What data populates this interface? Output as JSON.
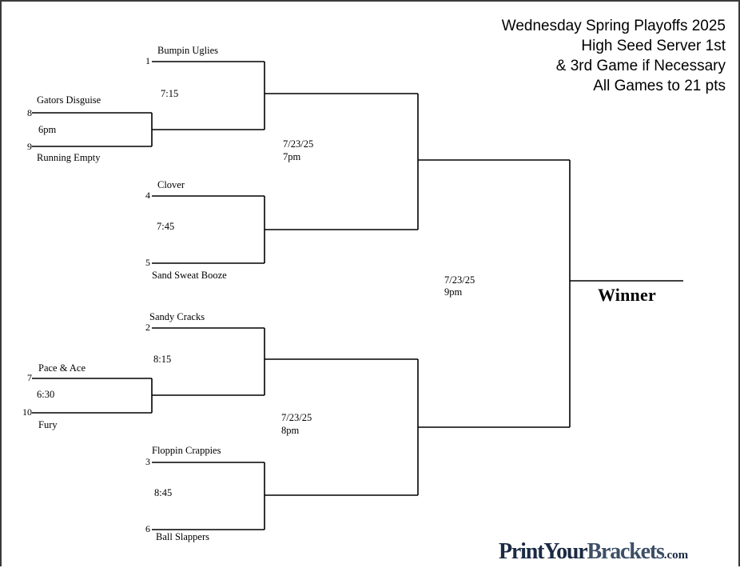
{
  "title_lines": [
    "Wednesday Spring Playoffs 2025",
    "High Seed Server 1st",
    "& 3rd Game if Necessary",
    "All Games to 21 pts"
  ],
  "teams": {
    "seed1": {
      "seed": "1",
      "name": "Bumpin Uglies"
    },
    "seed8": {
      "seed": "8",
      "name": "Gators Disguise"
    },
    "seed9": {
      "seed": "9",
      "name": "Running Empty"
    },
    "seed4": {
      "seed": "4",
      "name": "Clover"
    },
    "seed5": {
      "seed": "5",
      "name": "Sand Sweat Booze"
    },
    "seed2": {
      "seed": "2",
      "name": "Sandy Cracks"
    },
    "seed7": {
      "seed": "7",
      "name": "Pace & Ace"
    },
    "seed10": {
      "seed": "10",
      "name": "Fury"
    },
    "seed3": {
      "seed": "3",
      "name": "Floppin Crappies"
    },
    "seed6": {
      "seed": "6",
      "name": "Ball Slappers"
    }
  },
  "times": {
    "g8v9": "6pm",
    "g7v10": "6:30",
    "g1": "7:15",
    "g4v5": "7:45",
    "g2": "8:15",
    "g3v6": "8:45",
    "semi_top_date": "7/23/25",
    "semi_top_time": "7pm",
    "semi_bottom_date": "7/23/25",
    "semi_bottom_time": "8pm",
    "final_date": "7/23/25",
    "final_time": "9pm"
  },
  "winner_label": "Winner",
  "brand": {
    "part1": "PrintYour",
    "part2": "Brackets",
    "part3": ".com"
  }
}
